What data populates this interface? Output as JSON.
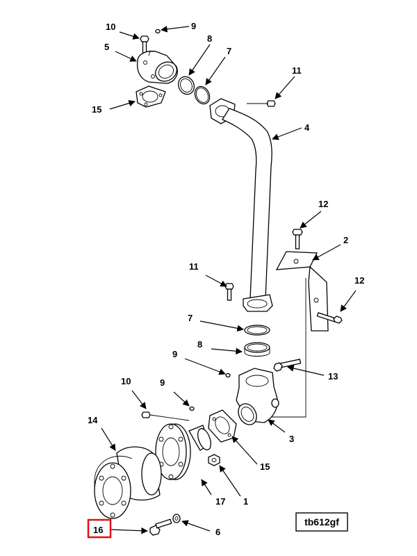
{
  "labels": {
    "p10_top": "10",
    "p9_top": "9",
    "p5": "5",
    "p8_top": "8",
    "p7_top": "7",
    "p11_top": "11",
    "p15_top": "15",
    "p4": "4",
    "p12_top": "12",
    "p2": "2",
    "p12_mid": "12",
    "p11_mid": "11",
    "p7_mid": "7",
    "p8_mid": "8",
    "p9_mid": "9",
    "p13": "13",
    "p10_low": "10",
    "p9_low": "9",
    "p14": "14",
    "p3": "3",
    "p15_low": "15",
    "p17": "17",
    "p1": "1",
    "p16": "16",
    "p6": "6"
  },
  "reference_code": "tb612gf",
  "highlight_color": "#e01010"
}
